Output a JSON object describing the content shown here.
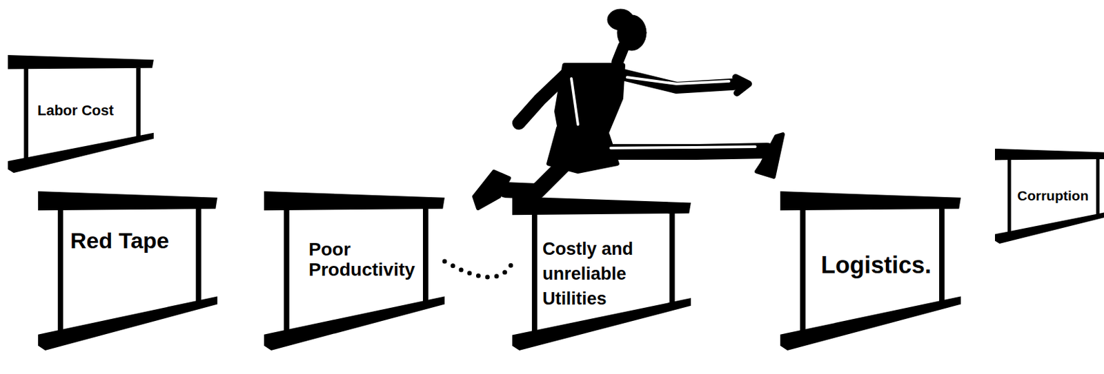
{
  "diagram": {
    "nodes": [
      {
        "text": [
          "Labor Cost"
        ]
      },
      {
        "text": [
          "Red Tape"
        ]
      },
      {
        "text": [
          "Poor Productivity"
        ]
      },
      {
        "text": [
          "Costly and unreliable Utilities"
        ]
      },
      {
        "text": [
          "Logistics."
        ]
      },
      {
        "text": [
          "Corruption"
        ]
      }
    ],
    "edges": [
      {
        "from": 2,
        "to": 3,
        "arrow": "none"
      }
    ]
  }
}
